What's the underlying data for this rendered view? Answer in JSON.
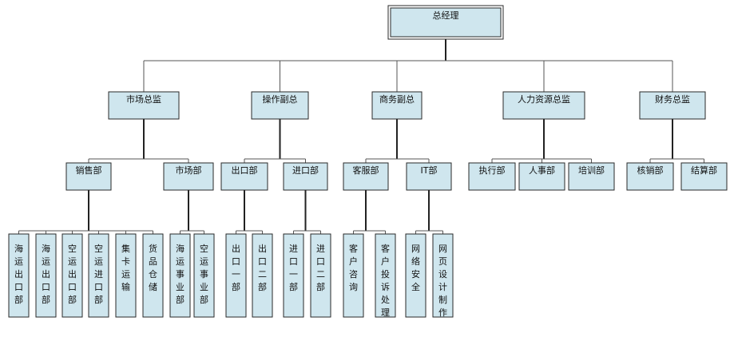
{
  "root": "总经理",
  "level1": [
    "市场总监",
    "操作副总",
    "商务副总",
    "人力资源总监",
    "财务总监"
  ],
  "level2": [
    "销售部",
    "市场部",
    "出口部",
    "进口部",
    "客服部",
    "IT部",
    "执行部",
    "人事部",
    "培训部",
    "核销部",
    "结算部"
  ],
  "level3": [
    "海运出口部",
    "海运出口部",
    "空运出口部",
    "空运进口部",
    "集卡运输",
    "货品仓储",
    "海运事业部",
    "空运事业部",
    "出口一部",
    "出口二部",
    "进口一部",
    "进口二部",
    "客户咨询",
    "客户投诉处理",
    "网络安全",
    "网页设计制作"
  ]
}
